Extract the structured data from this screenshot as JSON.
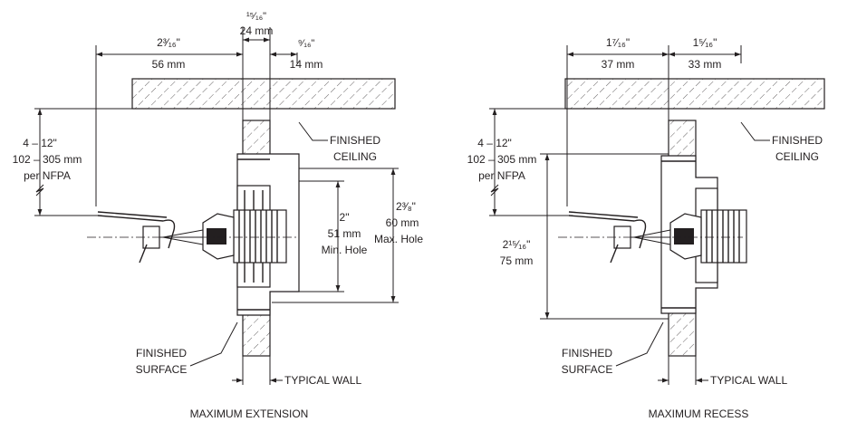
{
  "left": {
    "caption": "MAXIMUM EXTENSION",
    "dim_top_small": {
      "inch": "¹⁵⁄₁₆\"",
      "mm": "24 mm"
    },
    "dim_top_left": {
      "inch": "2³⁄₁₆\"",
      "mm": "56 mm"
    },
    "dim_top_right": {
      "inch": "⁹⁄₁₆\"",
      "mm": "14 mm"
    },
    "drop": {
      "inch": "4 – 12\"",
      "mm": "102 – 305 mm",
      "note": "per NFPA"
    },
    "ceiling_label": [
      "FINISHED",
      "CEILING"
    ],
    "hole_min": {
      "inch": "2\"",
      "mm": "51 mm",
      "note": "Min. Hole"
    },
    "hole_max": {
      "inch": "2³⁄₈\"",
      "mm": "60 mm",
      "note": "Max. Hole"
    },
    "surface_label": [
      "FINISHED",
      "SURFACE"
    ],
    "wall_label": "TYPICAL WALL"
  },
  "right": {
    "caption": "MAXIMUM RECESS",
    "dim_top_left": {
      "inch": "1⁷⁄₁₆\"",
      "mm": "37 mm"
    },
    "dim_top_right": {
      "inch": "1⁵⁄₁₆\"",
      "mm": "33 mm"
    },
    "drop": {
      "inch": "4 – 12\"",
      "mm": "102 – 305 mm",
      "note": "per NFPA"
    },
    "ceiling_label": [
      "FINISHED",
      "CEILING"
    ],
    "escutcheon": {
      "inch": "2¹⁵⁄₁₆\"",
      "mm": "75 mm"
    },
    "surface_label": [
      "FINISHED",
      "SURFACE"
    ],
    "wall_label": "TYPICAL WALL"
  }
}
